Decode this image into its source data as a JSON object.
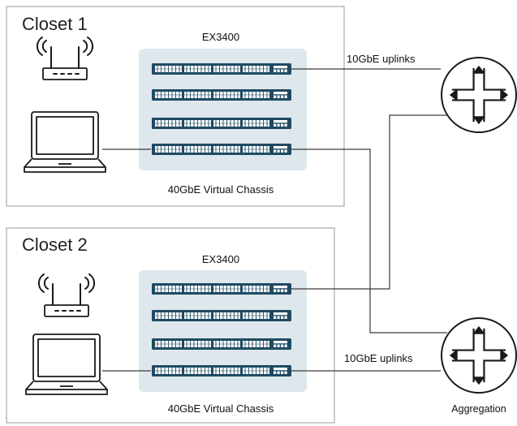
{
  "closets": [
    {
      "title": "Closet 1",
      "switch_label": "EX3400",
      "chassis_label": "40GbE Virtual Chassis",
      "uplink_label": "10GbE uplinks"
    },
    {
      "title": "Closet 2",
      "switch_label": "EX3400",
      "chassis_label": "40GbE Virtual Chassis",
      "uplink_label": "10GbE uplinks"
    }
  ],
  "aggregation_label": "Aggregation",
  "icons": [
    "wifi-access-point-icon",
    "laptop-icon",
    "switch-icon",
    "router-icon"
  ],
  "colors": {
    "closet_border": "#a8a8a8",
    "chassis_bg": "#dde7ec",
    "switch_body": "#1f4a62",
    "line": "#3a3a3a"
  }
}
